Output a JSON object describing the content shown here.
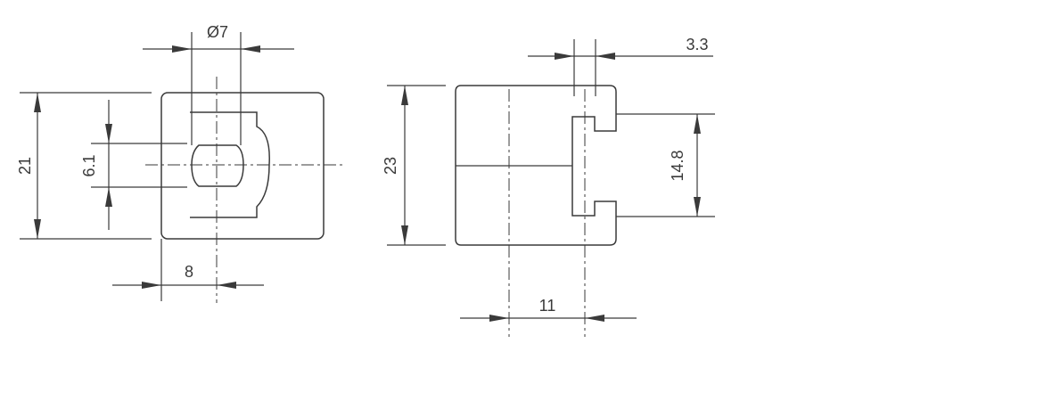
{
  "dimensions": {
    "front_diameter": "Ø7",
    "front_height": "21",
    "front_slot_height": "6.1",
    "front_offset": "8",
    "side_slot_width": "3.3",
    "side_height": "23",
    "side_slot_span": "14.8",
    "side_offset": "11"
  },
  "colors": {
    "line": "#3a3a3a",
    "background": "#ffffff"
  }
}
